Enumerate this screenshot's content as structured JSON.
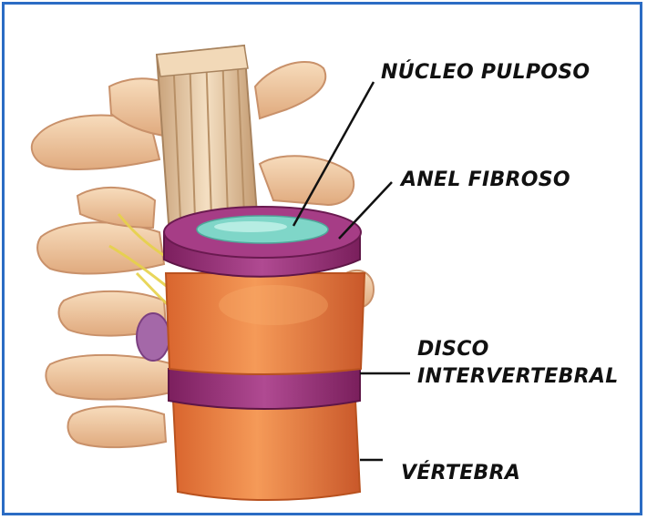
{
  "labels": {
    "nucleo_pulposo": "NÚCLEO PULPOSO",
    "anel_fibroso": "ANEL FIBROSO",
    "disco_line1": "DISCO",
    "disco_line2": "INTERVERTEBRAL",
    "vertebra": "VÉRTEBRA"
  },
  "colors": {
    "frame": "#2b6cc4",
    "bone": "#f0c9a0",
    "vertebra_body": "#f08a4a",
    "disc": "#9b2f7a",
    "nucleus": "#7fd6c8",
    "spinal_cord": "#e8c9a4",
    "nerve": "#e6d24a",
    "label_text": "#111111"
  }
}
